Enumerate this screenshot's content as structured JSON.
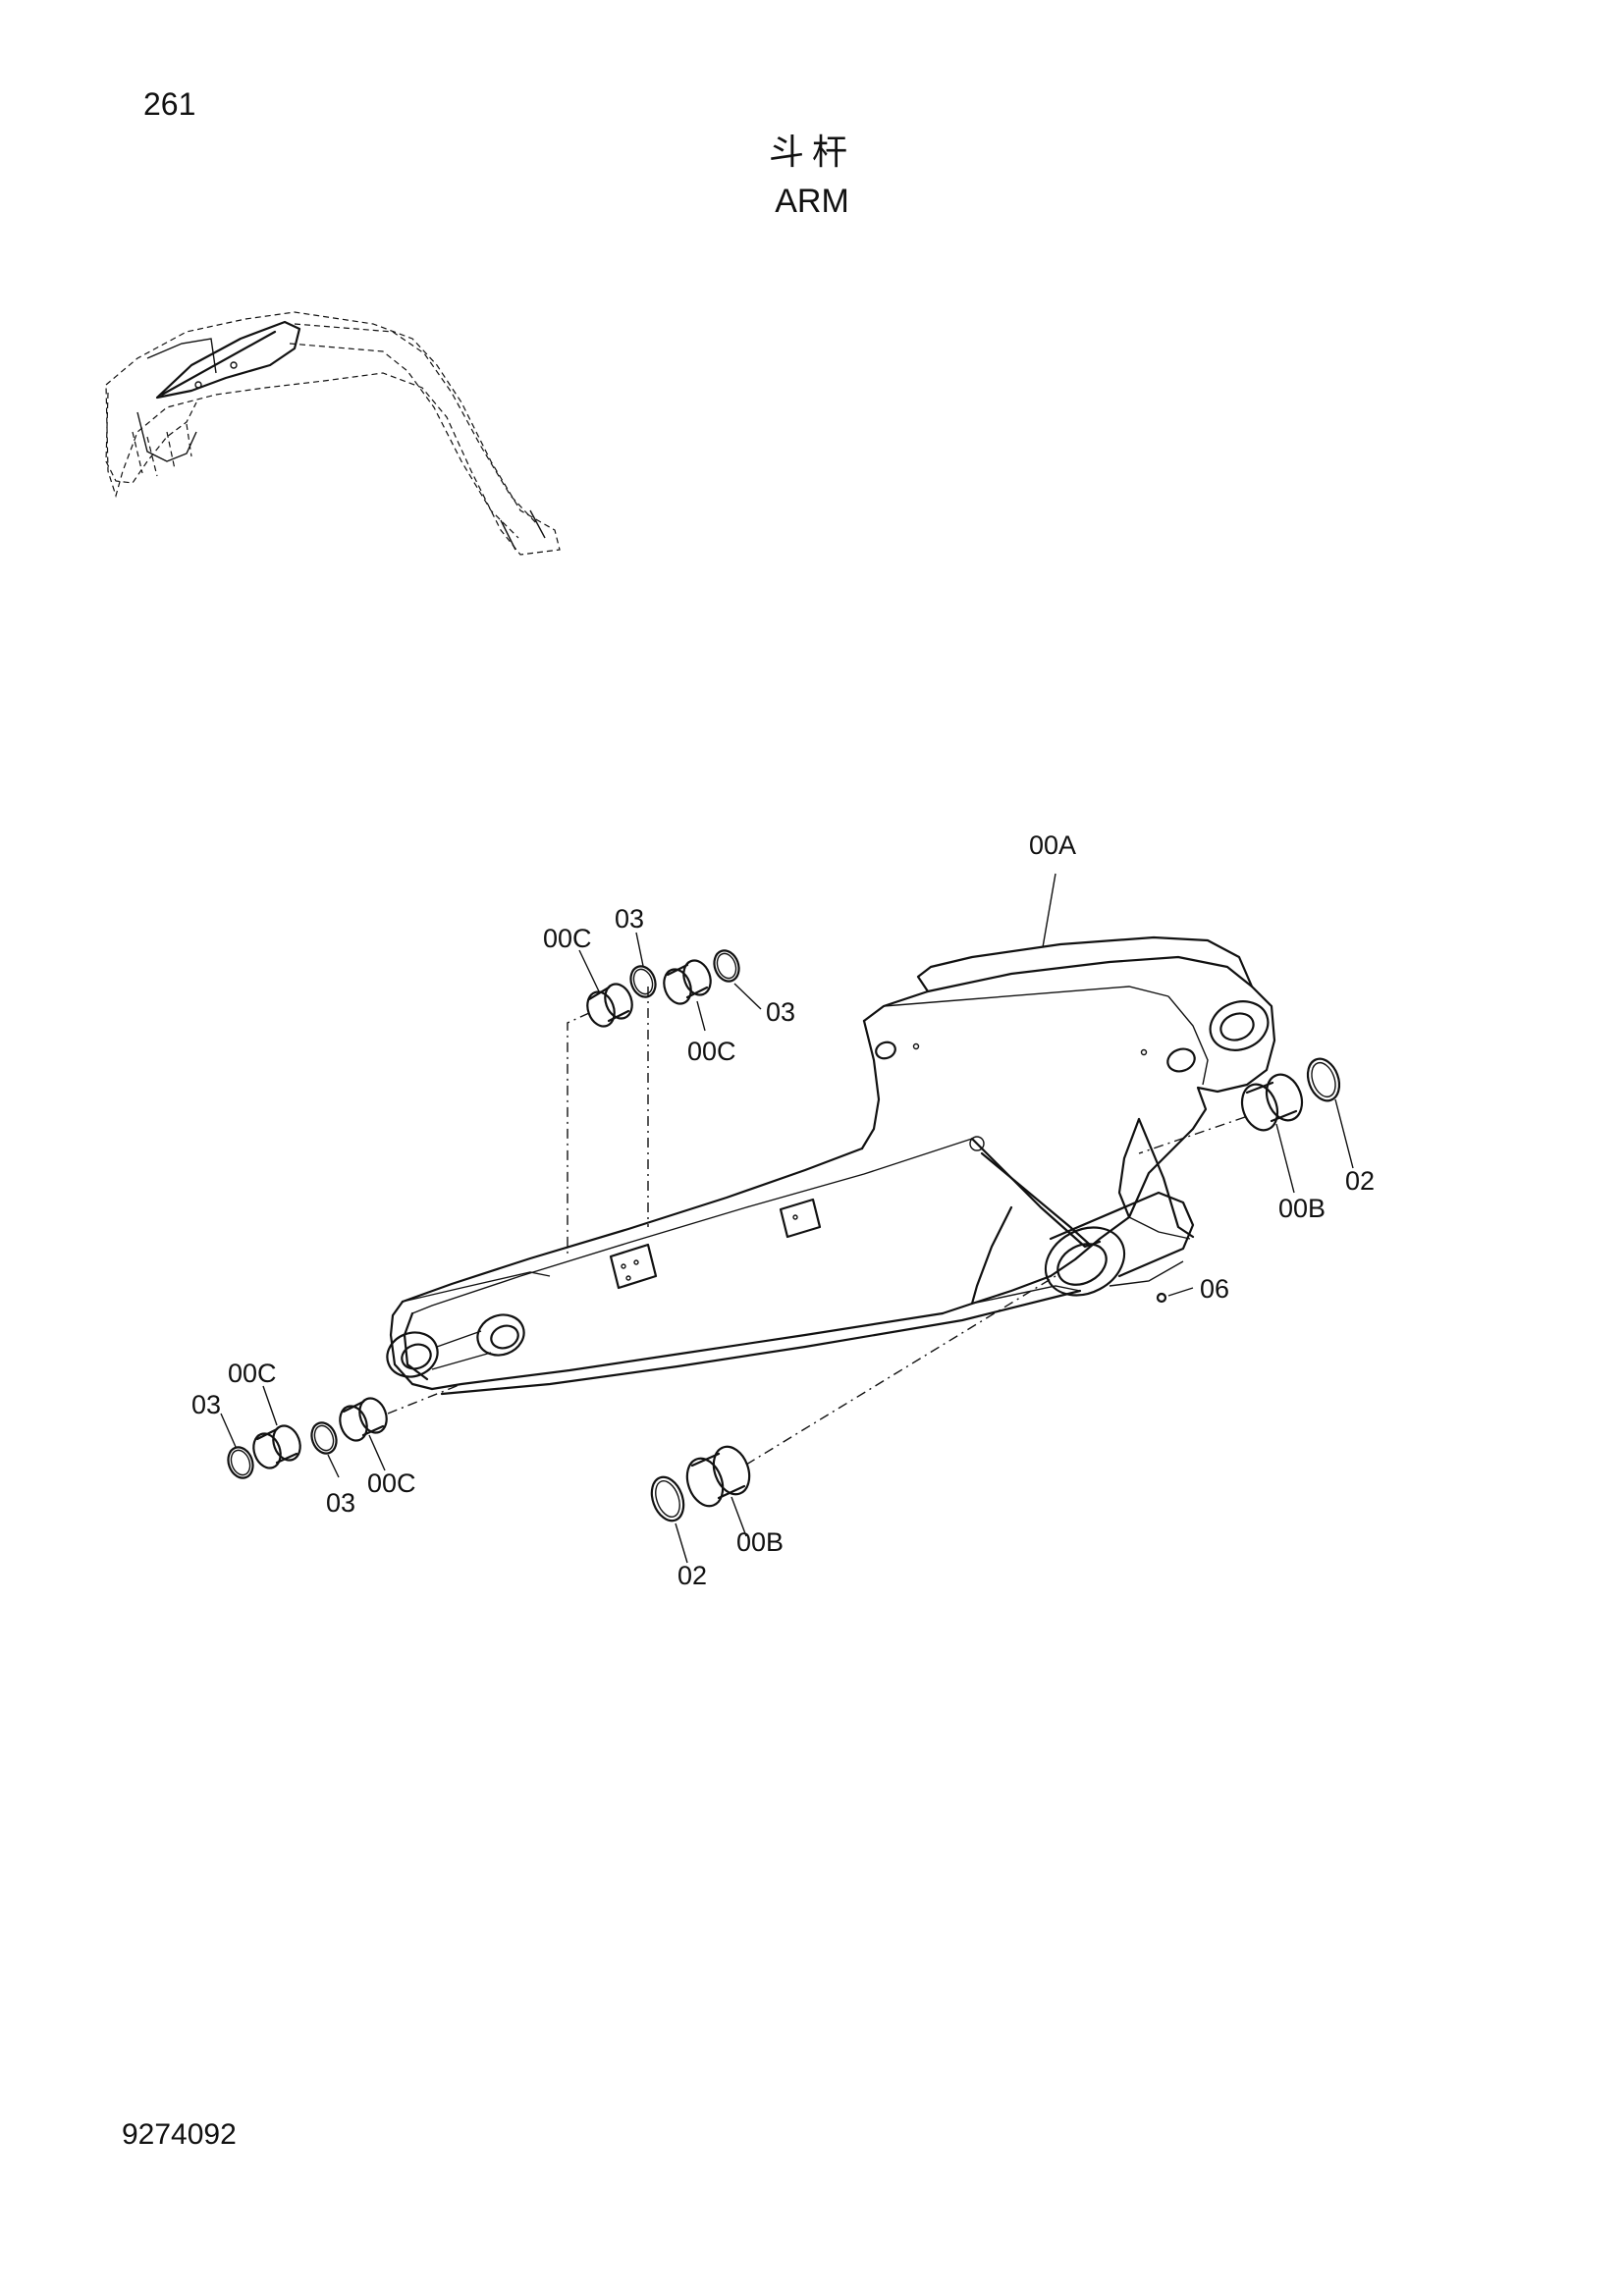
{
  "header": {
    "page_number": "261",
    "title_cn": "斗杆",
    "title_en": "ARM"
  },
  "footer": {
    "drawing_number": "9274092"
  },
  "callouts": {
    "arm": "00A",
    "pin_bushing_right": "00B",
    "pin_bushing_lower": "00B",
    "bushing_top_left": "00C",
    "bushing_top_right": "00C",
    "bushing_bottom_left": "00C",
    "bushing_bottom_right": "00C",
    "seal_right": "02",
    "seal_lower": "02",
    "shim_top_left": "03",
    "shim_top_right": "03",
    "shim_bottom_left": "03",
    "shim_bottom_mid": "03",
    "grease_fitting": "06"
  }
}
